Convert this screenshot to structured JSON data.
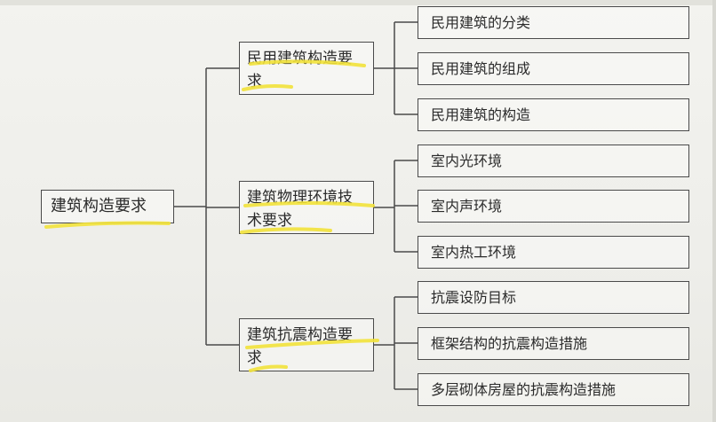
{
  "diagram": {
    "root": {
      "label": "建筑构造要求"
    },
    "branches": [
      {
        "label": "民用建筑构造要求",
        "children": [
          "民用建筑的分类",
          "民用建筑的组成",
          "民用建筑的构造"
        ]
      },
      {
        "label": "建筑物理环境技术要求",
        "children": [
          "室内光环境",
          "室内声环境",
          "室内热工环境"
        ]
      },
      {
        "label": "建筑抗震构造要求",
        "children": [
          "抗震设防目标",
          "框架结构的抗震构造措施",
          "多层砌体房屋的抗震构造措施"
        ]
      }
    ],
    "colors": {
      "line": "#4a4a4a",
      "highlight": "#f2e23a",
      "background": "#efefeb"
    }
  }
}
